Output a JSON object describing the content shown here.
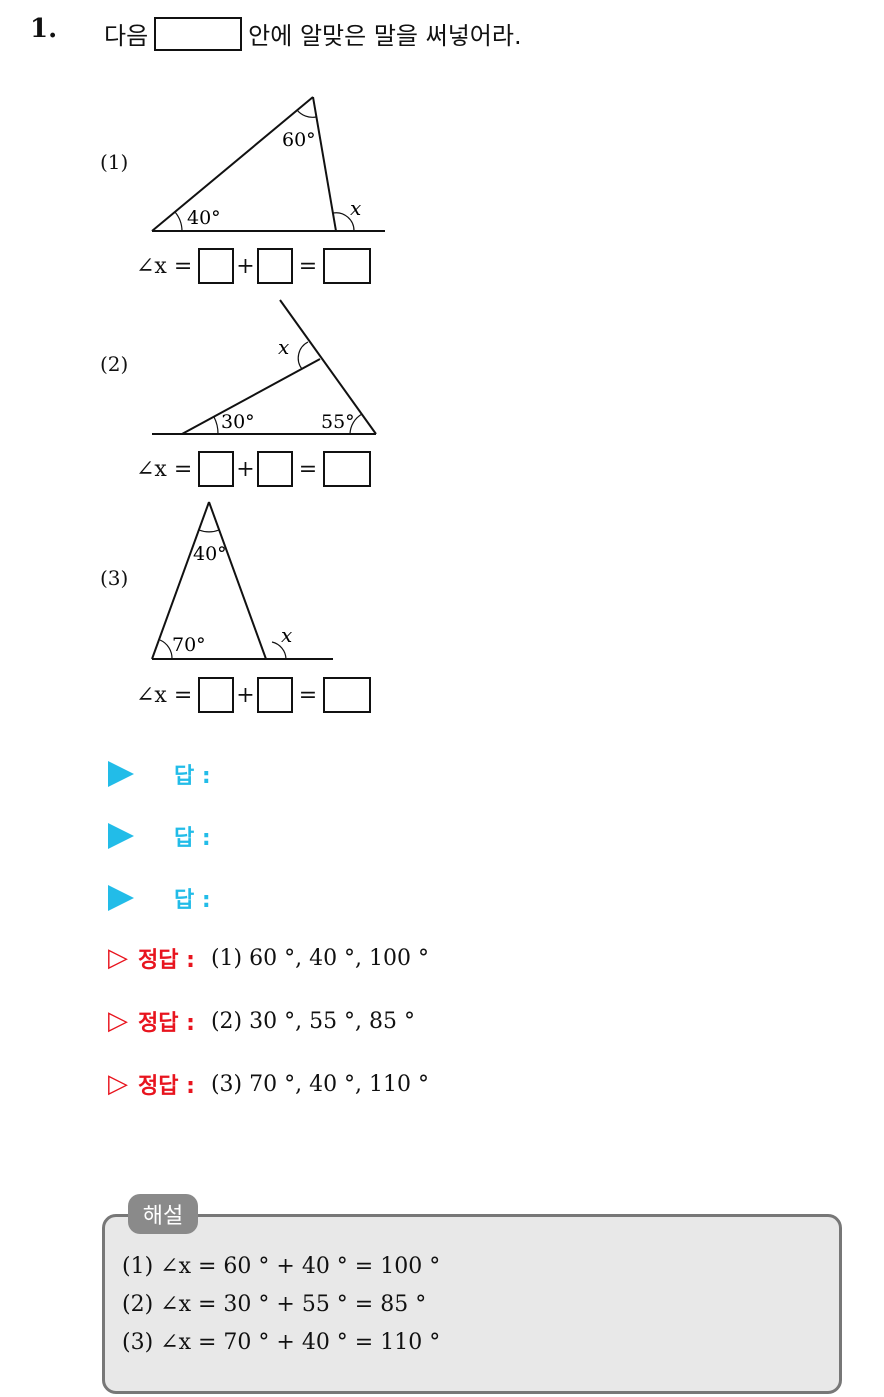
{
  "question": {
    "number": "1.",
    "text_before": "다음",
    "text_after": "안에 알맞은 말을 써넣어라."
  },
  "problems": [
    {
      "label": "(1)",
      "angles": [
        "60°",
        "40°"
      ],
      "unknown": "x",
      "formula_lhs": "∠x =",
      "plus": "+",
      "equals": "="
    },
    {
      "label": "(2)",
      "angles": [
        "30°",
        "55°"
      ],
      "unknown": "x",
      "formula_lhs": "∠x =",
      "plus": "+",
      "equals": "="
    },
    {
      "label": "(3)",
      "angles": [
        "40°",
        "70°"
      ],
      "unknown": "x",
      "formula_lhs": "∠x =",
      "plus": "+",
      "equals": "="
    }
  ],
  "answers": [
    {
      "label": "답 :"
    },
    {
      "label": "답 :"
    },
    {
      "label": "답 :"
    }
  ],
  "correct": [
    {
      "label": "정답 :",
      "value": "(1) 60 °, 40 °, 100 °"
    },
    {
      "label": "정답 :",
      "value": "(2) 30 °, 55 °, 85 °"
    },
    {
      "label": "정답 :",
      "value": "(3) 70 °, 40 °, 110 °"
    }
  ],
  "explanation": {
    "title": "해설",
    "lines": [
      "(1) ∠x = 60 ° + 40 ° = 100 °",
      "(2) ∠x = 30 ° + 55 ° = 85 °",
      "(3) ∠x = 70 ° + 40 ° = 110 °"
    ]
  },
  "colors": {
    "answer_blue": "#22bce8",
    "correct_red": "#e8141e",
    "panel_gray": "#e8e8e8"
  }
}
